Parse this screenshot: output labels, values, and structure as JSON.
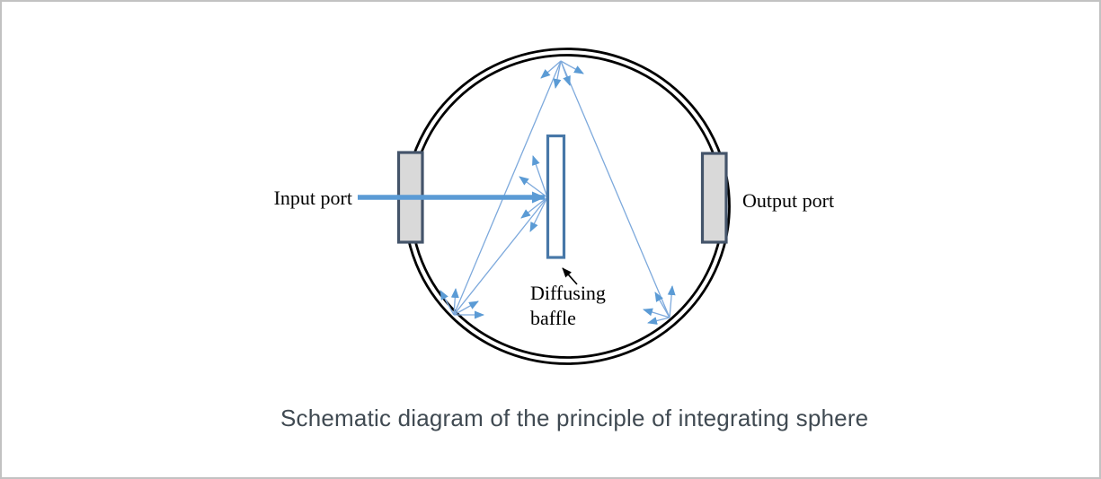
{
  "figure": {
    "caption": "Schematic diagram of the principle of integrating sphere"
  },
  "diagram": {
    "labels": {
      "input_port": "Input port",
      "output_port": "Output port",
      "baffle_line1": "Diffusing",
      "baffle_line2": "baffle"
    },
    "colors": {
      "ray_blue": "#5b9bd5",
      "thin_ray_blue": "#7da9dc",
      "baffle_border": "#4878a8",
      "port_border": "#44546a",
      "port_fill": "#d9d9d9",
      "sphere_wall": "#000000",
      "label_text": "#000000",
      "caption_text": "#404a52"
    }
  }
}
